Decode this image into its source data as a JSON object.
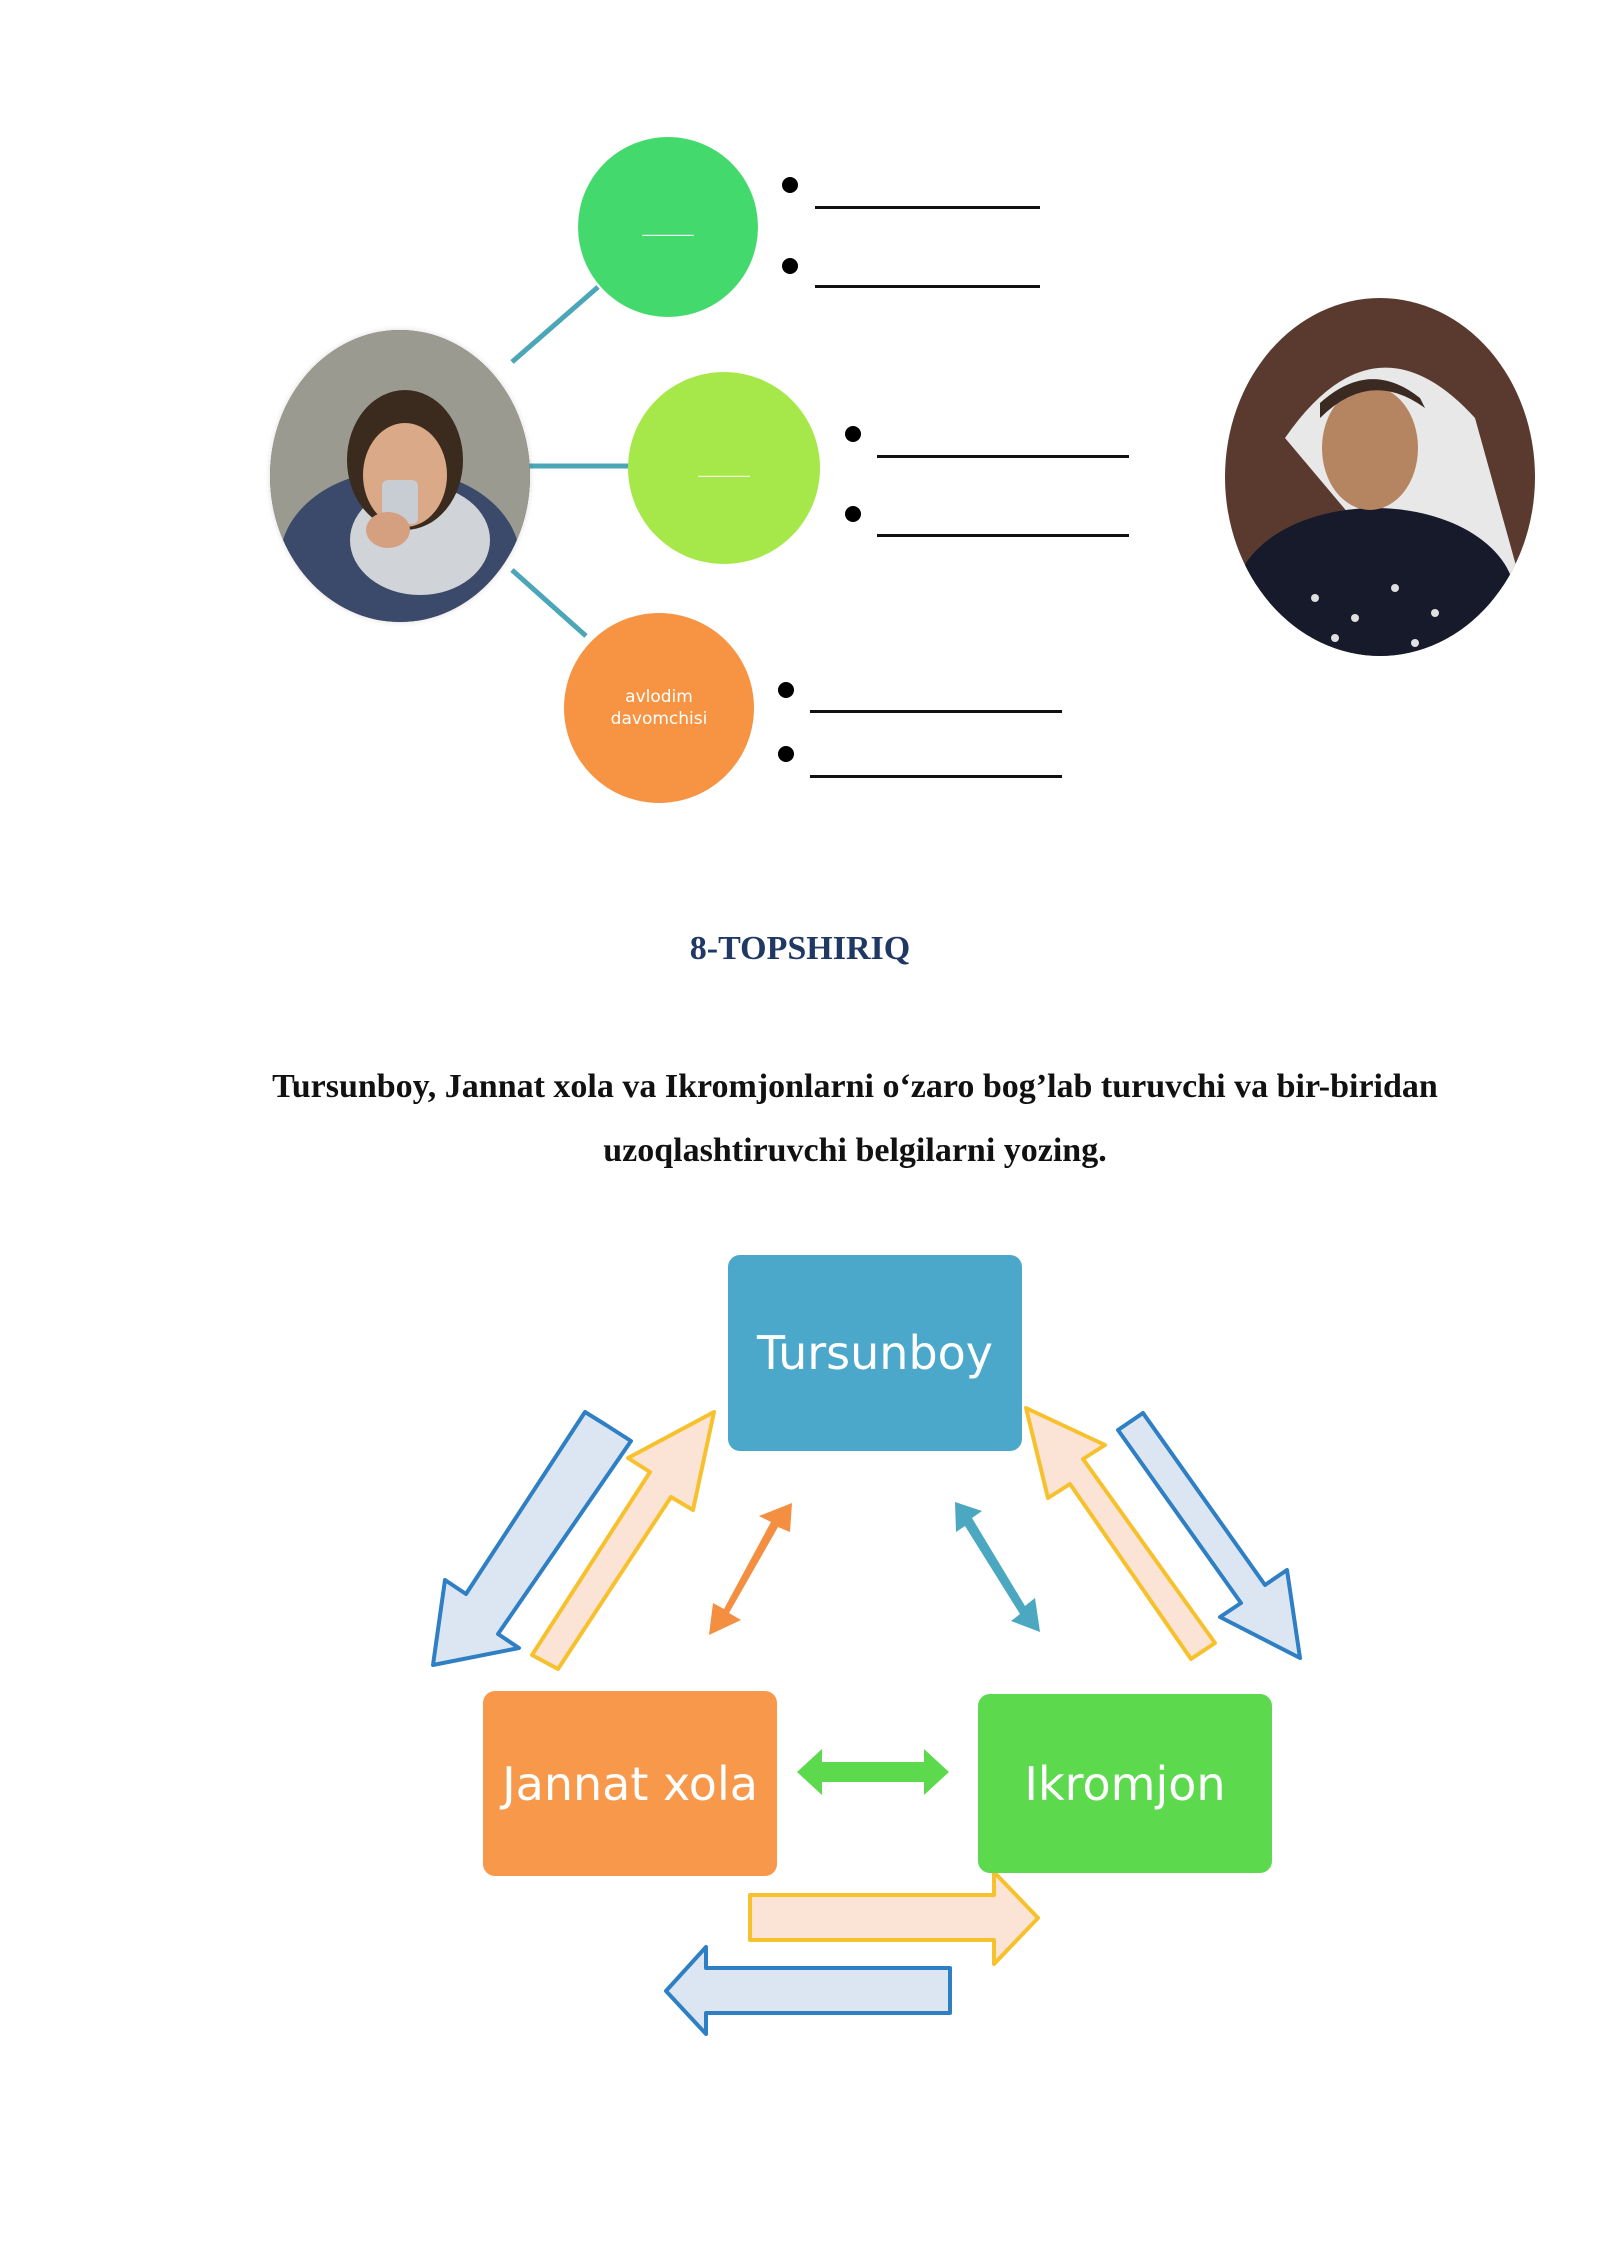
{
  "mindmap": {
    "branches": [
      {
        "label": "______",
        "color": "#44D96D"
      },
      {
        "label": "______",
        "color": "#A6E84A"
      },
      {
        "label": "avlodim\ndavomchisi",
        "color": "#F79444"
      }
    ],
    "connector_color": "#4BA7B8"
  },
  "task": {
    "heading": "8-TOPSHIRIQ",
    "instruction": "Tursunboy, Jannat xola va Ikromjonlarni o‘zaro bog’lab turuvchi va bir-biridan uzoqlashtiruvchi belgilarni yozing."
  },
  "diagram": {
    "nodes": [
      {
        "label": "Tursunboy",
        "color": "#4BA8CA"
      },
      {
        "label": "Jannat xola",
        "color": "#F7984A"
      },
      {
        "label": "Ikromjon",
        "color": "#5DD94E"
      }
    ],
    "colors": {
      "blue_outline": "#2F7FC4",
      "blue_fill": "#DCE6F2",
      "yellow_outline": "#F7C12E",
      "yellow_fill": "#FBE4D5",
      "orange": "#F48F42",
      "teal": "#4BA8C0",
      "green": "#5DD94E"
    }
  }
}
